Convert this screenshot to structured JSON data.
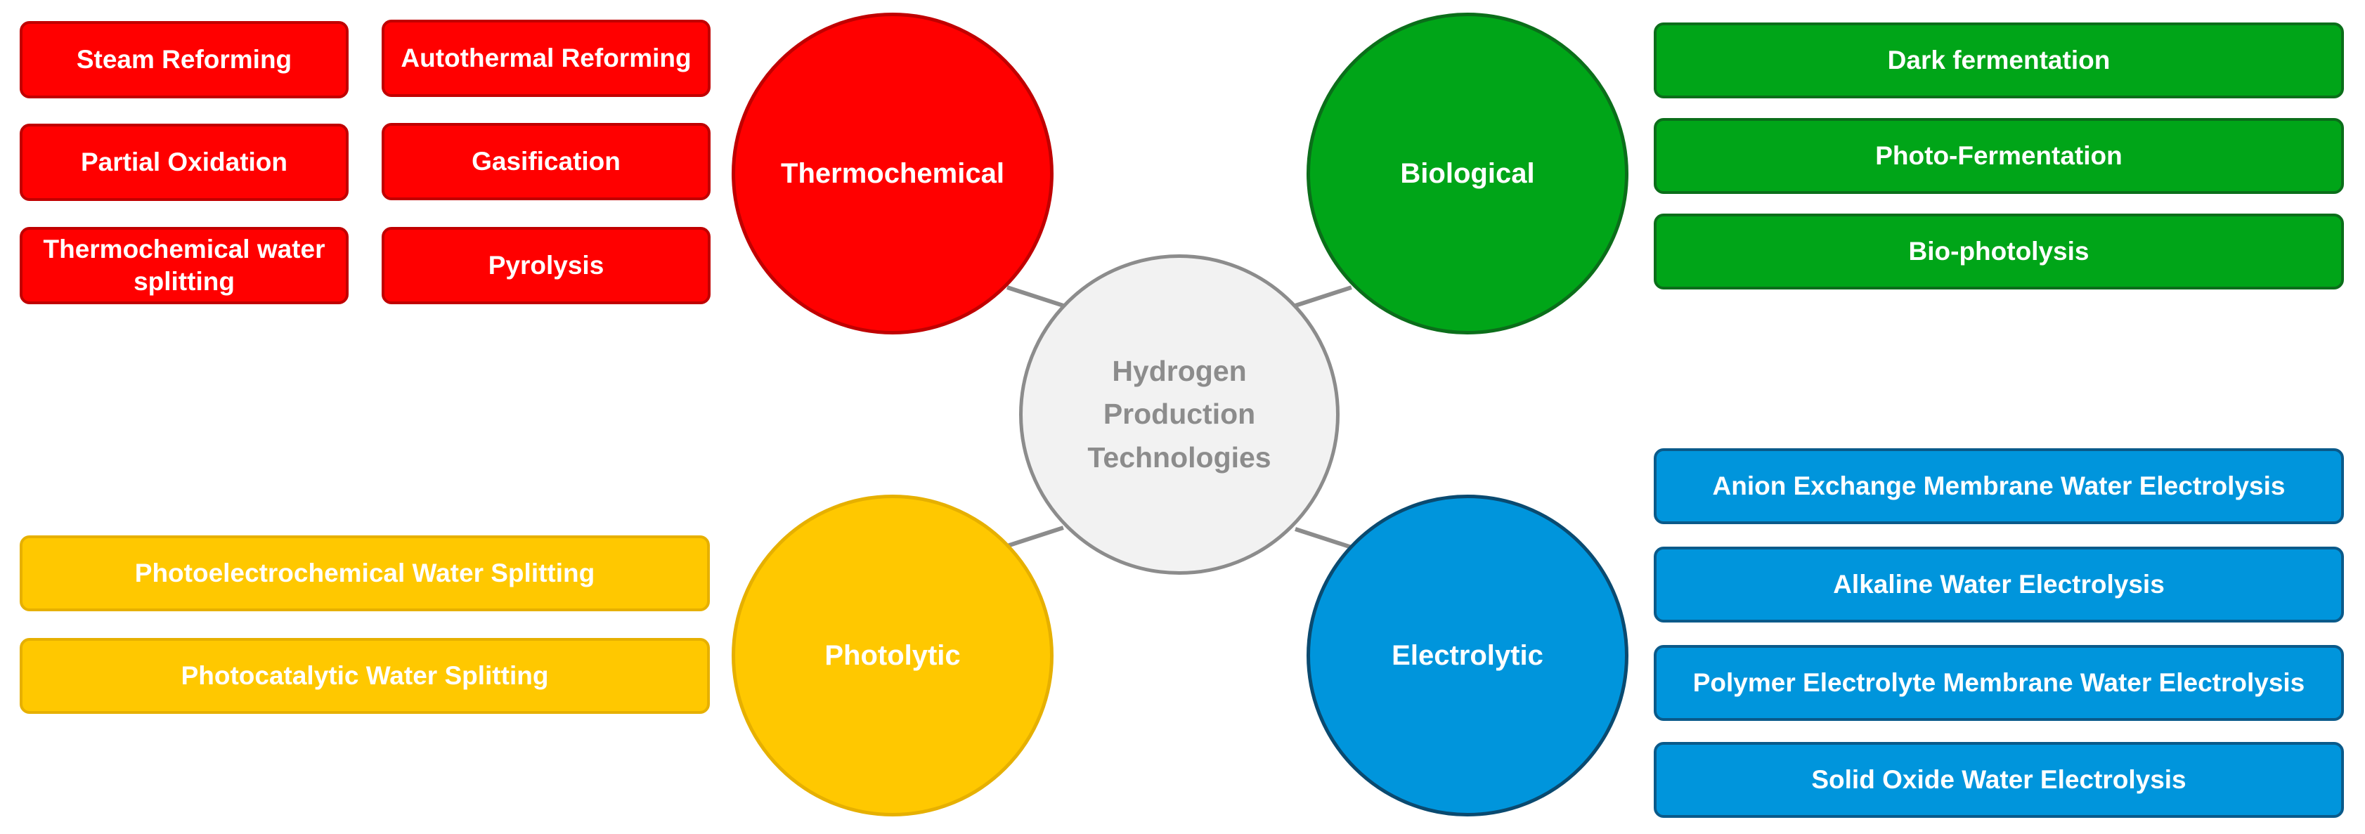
{
  "center": {
    "lines": [
      "Hydrogen",
      "Production",
      "Technologies"
    ]
  },
  "categories": {
    "thermochemical": {
      "label": "Thermochemical",
      "color": "#ff0000",
      "methods": [
        "Steam Reforming",
        "Autothermal Reforming",
        "Partial Oxidation",
        "Gasification",
        "Thermochemical water splitting",
        "Pyrolysis"
      ]
    },
    "biological": {
      "label": "Biological",
      "color": "#00a518",
      "methods": [
        "Dark fermentation",
        "Photo-Fermentation",
        "Bio-photolysis"
      ]
    },
    "photolytic": {
      "label": "Photolytic",
      "color": "#ffc800",
      "methods": [
        "Photoelectrochemical Water Splitting",
        "Photocatalytic Water Splitting"
      ]
    },
    "electrolytic": {
      "label": "Electrolytic",
      "color": "#0095dc",
      "methods": [
        "Anion Exchange Membrane Water Electrolysis",
        "Alkaline Water Electrolysis",
        "Polymer Electrolyte Membrane Water Electrolysis",
        "Solid Oxide Water Electrolysis"
      ]
    }
  }
}
